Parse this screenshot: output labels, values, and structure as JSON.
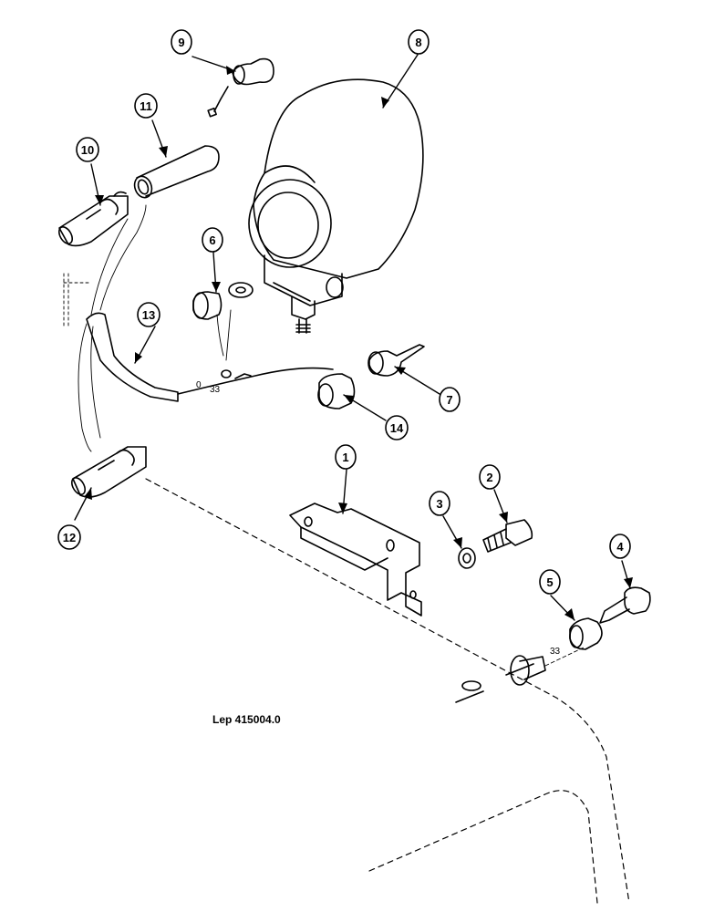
{
  "figure": {
    "reference": "Lep 415004.0",
    "callouts": [
      "1",
      "2",
      "3",
      "4",
      "5",
      "6",
      "7",
      "8",
      "9",
      "10",
      "11",
      "12",
      "13",
      "14"
    ],
    "wire_markings": [
      "0",
      "33",
      "33"
    ]
  }
}
